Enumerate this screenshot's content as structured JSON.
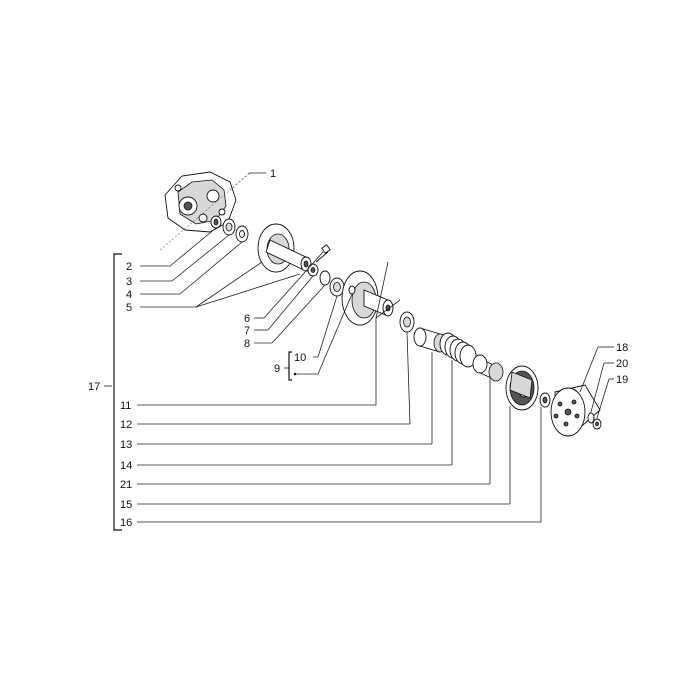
{
  "callouts": {
    "c1": "1",
    "c2": "2",
    "c3": "3",
    "c4": "4",
    "c5": "5",
    "c6": "6",
    "c7": "7",
    "c8": "8",
    "c9": "9",
    "c10": "10",
    "c11": "11",
    "c12": "12",
    "c13": "13",
    "c14": "14",
    "c15": "15",
    "c16": "16",
    "c17": "17",
    "c18": "18",
    "c19": "19",
    "c20": "20",
    "c21": "21"
  },
  "colors": {
    "line": "#111111",
    "shade": "#d8d8d8",
    "dark": "#555555"
  }
}
